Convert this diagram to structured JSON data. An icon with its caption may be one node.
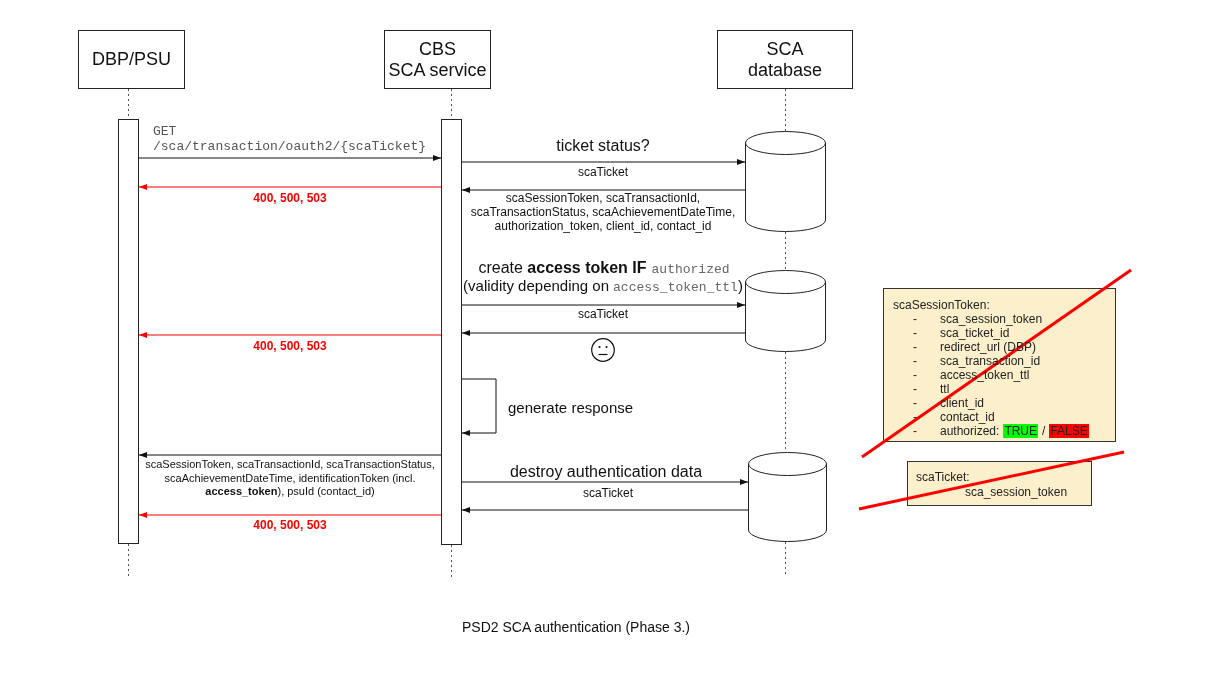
{
  "diagram": {
    "caption": "PSD2 SCA authentication (Phase 3.)",
    "nodes": [
      {
        "text": [
          "DBP/PSU"
        ]
      },
      {
        "text": [
          "CBS",
          "SCA service"
        ]
      },
      {
        "text": [
          "SCA database"
        ]
      },
      {
        "text": [],
        "shape": "bar"
      },
      {
        "text": [],
        "shape": "bar"
      },
      {
        "text": [],
        "shape": "cylinder"
      },
      {
        "text": [],
        "shape": "cylinder"
      },
      {
        "text": [],
        "shape": "cylinder"
      },
      {
        "text": [
          "scaSessionToken:",
          "-",
          "sca_session_token",
          "-",
          "sca_ticket_id",
          "-",
          "redirect_url (DBP)",
          "-",
          "sca_transaction_id",
          "-",
          "access_token_ttl",
          "-",
          "ttl",
          "-",
          "client_id",
          "-",
          "contact_id",
          "-",
          "authorized:",
          "TRUE",
          "/",
          "FALSE"
        ]
      },
      {
        "text": [
          "scaTicket:",
          "sca_session_token"
        ]
      }
    ],
    "edges": [
      {
        "from": 0,
        "to": 3,
        "arrow": "none",
        "style": "dashed"
      },
      {
        "from": 3,
        "to": null,
        "arrow": "none",
        "style": "dashed"
      },
      {
        "from": 1,
        "to": 4,
        "arrow": "none",
        "style": "dashed"
      },
      {
        "from": 4,
        "to": null,
        "arrow": "none",
        "style": "dashed"
      },
      {
        "from": 2,
        "to": 5,
        "arrow": "none",
        "style": "dashed"
      },
      {
        "from": 5,
        "to": 6,
        "arrow": "none",
        "style": "dashed"
      },
      {
        "from": 6,
        "to": 7,
        "arrow": "none",
        "style": "dashed"
      },
      {
        "from": 7,
        "to": null,
        "arrow": "none",
        "style": "dashed"
      },
      {
        "from": 3,
        "to": 4,
        "arrow": "to",
        "label": "GET /sca/transaction/oauth2/{scaTicket}"
      },
      {
        "from": 4,
        "to": 5,
        "arrow": "to",
        "label": "scaTicket"
      },
      {
        "from": 4,
        "to": 3,
        "arrow": "to",
        "label": "400, 500, 503",
        "color": "#ff0000"
      },
      {
        "from": 5,
        "to": 4,
        "arrow": "to",
        "label": "scaSessionToken, scaTransactionId, scaTransactionStatus, scaAchievementDateTime, authorization_token, client_id, contact_id"
      },
      {
        "from": 4,
        "to": 6,
        "arrow": "to",
        "label": "scaTicket"
      },
      {
        "from": 6,
        "to": 4,
        "arrow": "to"
      },
      {
        "from": 4,
        "to": 3,
        "arrow": "to",
        "label": "400, 500, 503",
        "color": "#ff0000"
      },
      {
        "from": 4,
        "to": 4,
        "arrow": "to",
        "label": "generate response"
      },
      {
        "from": 4,
        "to": 3,
        "arrow": "to",
        "label": "scaSessionToken, scaTransactionId, scaTransactionStatus, scaAchievementDateTime, identificationToken (incl. **access_token**), psuId (contact_id)"
      },
      {
        "from": 4,
        "to": 7,
        "arrow": "to",
        "label": "scaTicket"
      },
      {
        "from": 7,
        "to": 4,
        "arrow": "to"
      },
      {
        "from": 4,
        "to": 3,
        "arrow": "to",
        "label": "400, 500, 503",
        "color": "#ff0000"
      }
    ],
    "labels": [
      "ticket status?",
      "create **access token IF**",
      "authorized",
      "(validity depending on",
      "access_token_ttl",
      ")",
      "destroy authentication data"
    ]
  }
}
